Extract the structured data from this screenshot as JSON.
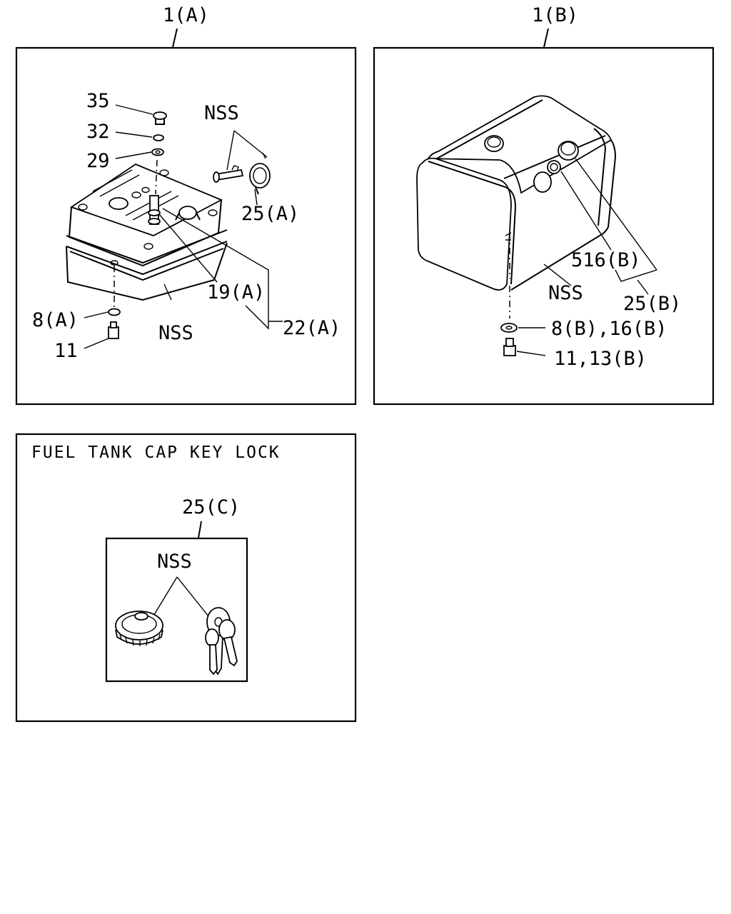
{
  "panel_a": {
    "ref": "1(A)",
    "labels": {
      "p35": "35",
      "p32": "32",
      "p29": "29",
      "nss_top": "NSS",
      "p25a": "25(A)",
      "p19a": "19(A)",
      "p22a": "22(A)",
      "p8a": "8(A)",
      "p11": "11",
      "nss_bottom": "NSS"
    }
  },
  "panel_b": {
    "ref": "1(B)",
    "labels": {
      "p516b": "516(B)",
      "nss": "NSS",
      "p25b": "25(B)",
      "p8b16b": "8(B),16(B)",
      "p11_13b": "11,13(B)"
    }
  },
  "panel_c": {
    "title": "FUEL TANK CAP KEY LOCK",
    "ref": "25(C)",
    "nss": "NSS"
  }
}
